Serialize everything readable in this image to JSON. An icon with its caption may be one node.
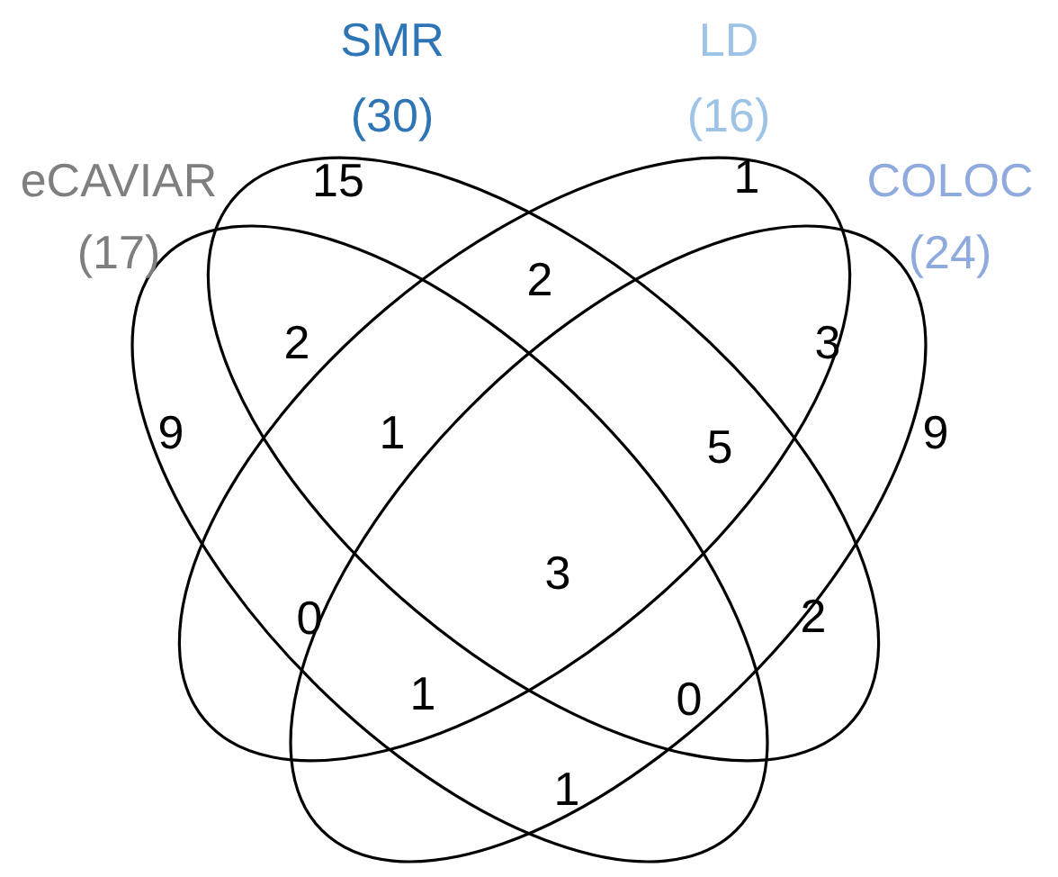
{
  "diagram": {
    "nodes": [
      {
        "text": [
          "SMR",
          "(30)"
        ]
      },
      {
        "text": [
          "LD",
          "(16)"
        ]
      },
      {
        "text": [
          "eCAVIAR",
          "(17)"
        ]
      },
      {
        "text": [
          "COLOC",
          "(24)"
        ]
      }
    ],
    "labels": [
      "15",
      "1",
      "2",
      "2",
      "3",
      "9",
      "1",
      "5",
      "9",
      "3",
      "0",
      "2",
      "1",
      "0",
      "1"
    ]
  }
}
